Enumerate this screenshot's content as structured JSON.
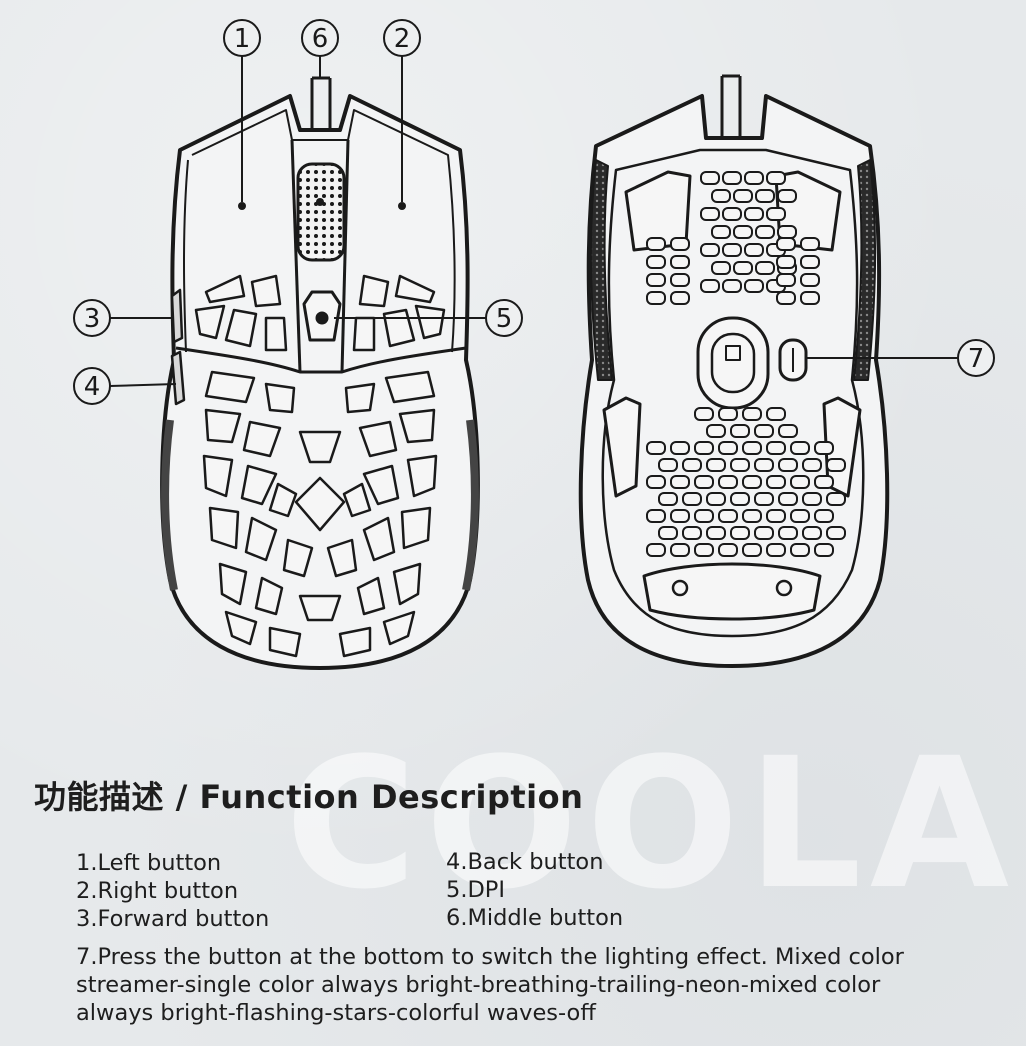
{
  "diagram": {
    "callouts": [
      "1",
      "6",
      "2",
      "3",
      "5",
      "4",
      "7"
    ],
    "watermark": "COOLA"
  },
  "function_description": {
    "heading": "功能描述 / Function Description",
    "items_left": [
      "1.Left button",
      "2.Right button",
      "3.Forward button"
    ],
    "items_right": [
      "4.Back button",
      "5.DPI",
      "6.Middle button"
    ],
    "note_lines": [
      "7.Press the button at the bottom to switch the lighting effect. Mixed color",
      "streamer-single color always bright-breathing-trailing-neon-mixed color",
      "always bright-flashing-stars-colorful waves-off"
    ]
  }
}
